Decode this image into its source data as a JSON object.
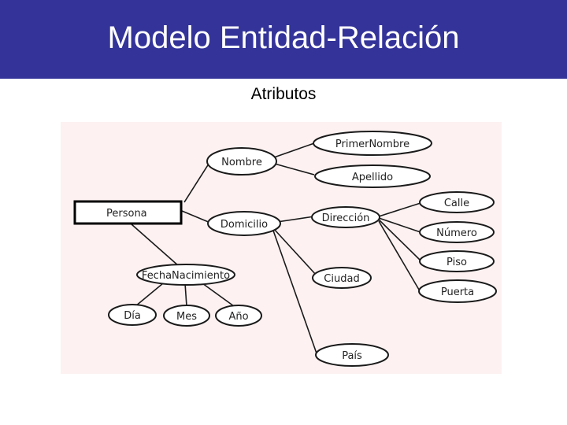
{
  "slide": {
    "title": "Modelo Entidad-Relación",
    "subtitle": "Atributos"
  },
  "colors": {
    "header_bg": "#333399",
    "diagram_bg": "#fdf1f1"
  },
  "diagram": {
    "entity": "Persona",
    "attributes": {
      "nombre": "Nombre",
      "primer_nombre": "PrimerNombre",
      "apellido": "Apellido",
      "domicilio": "Domicilio",
      "direccion": "Dirección",
      "calle": "Calle",
      "numero": "Número",
      "piso": "Piso",
      "puerta": "Puerta",
      "ciudad": "Ciudad",
      "pais": "País",
      "fecha_nacimiento": "FechaNacimiento",
      "dia": "Día",
      "mes": "Mes",
      "anio": "Año"
    }
  }
}
